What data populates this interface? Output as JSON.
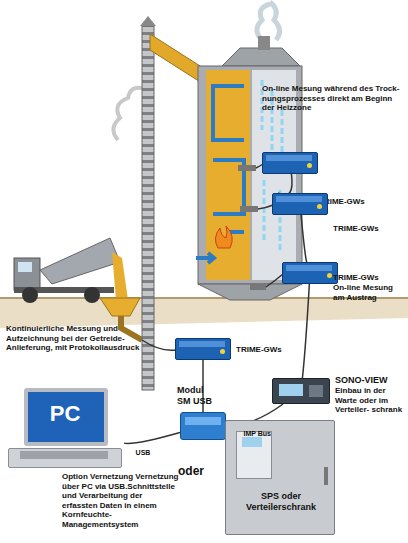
{
  "diagram": {
    "nodes": [
      {
        "text": [
          "TRIME-GWs"
        ]
      },
      {
        "text": [
          "TRIME-GWs"
        ]
      },
      {
        "text": [
          "TRIME-GWs",
          "On-line Mesung am Austrag"
        ]
      },
      {
        "text": [
          "TRIME-GWs"
        ]
      },
      {
        "text": [
          "SONO-VIEW",
          "Einbau in der Warte oder im Verteiler- schrank"
        ]
      },
      {
        "text": [
          "Modul SM USB"
        ]
      },
      {
        "text": [
          "SPS oder Verteilerschrank"
        ]
      },
      {
        "text": [
          "PC"
        ]
      }
    ],
    "edges": [
      {
        "from": 0,
        "to": 1,
        "arrow": "none"
      },
      {
        "from": 1,
        "to": 2,
        "arrow": "none"
      },
      {
        "from": 2,
        "to": 4,
        "arrow": "none"
      },
      {
        "from": 3,
        "to": 5,
        "arrow": "none"
      },
      {
        "from": 5,
        "to": 7,
        "label": "USB",
        "arrow": "none"
      },
      {
        "from": 5,
        "to": 4,
        "label": "IMP Bus",
        "arrow": "none"
      }
    ],
    "labels": [
      "On-line Mesung während des Trock- nungsprozesses direkt am Beginn der Heizzone",
      "Kontinuierliche Messung und Aufzeichnung bei der Getreide-Anlieferung, mit Protokollausdruck",
      "oder",
      "Option Vernetzung Vernetzung über PC via USB.Schnittstelle und Verarbeitung der erfassten Daten in einem Kornfeuchte- Managementsystem"
    ]
  }
}
